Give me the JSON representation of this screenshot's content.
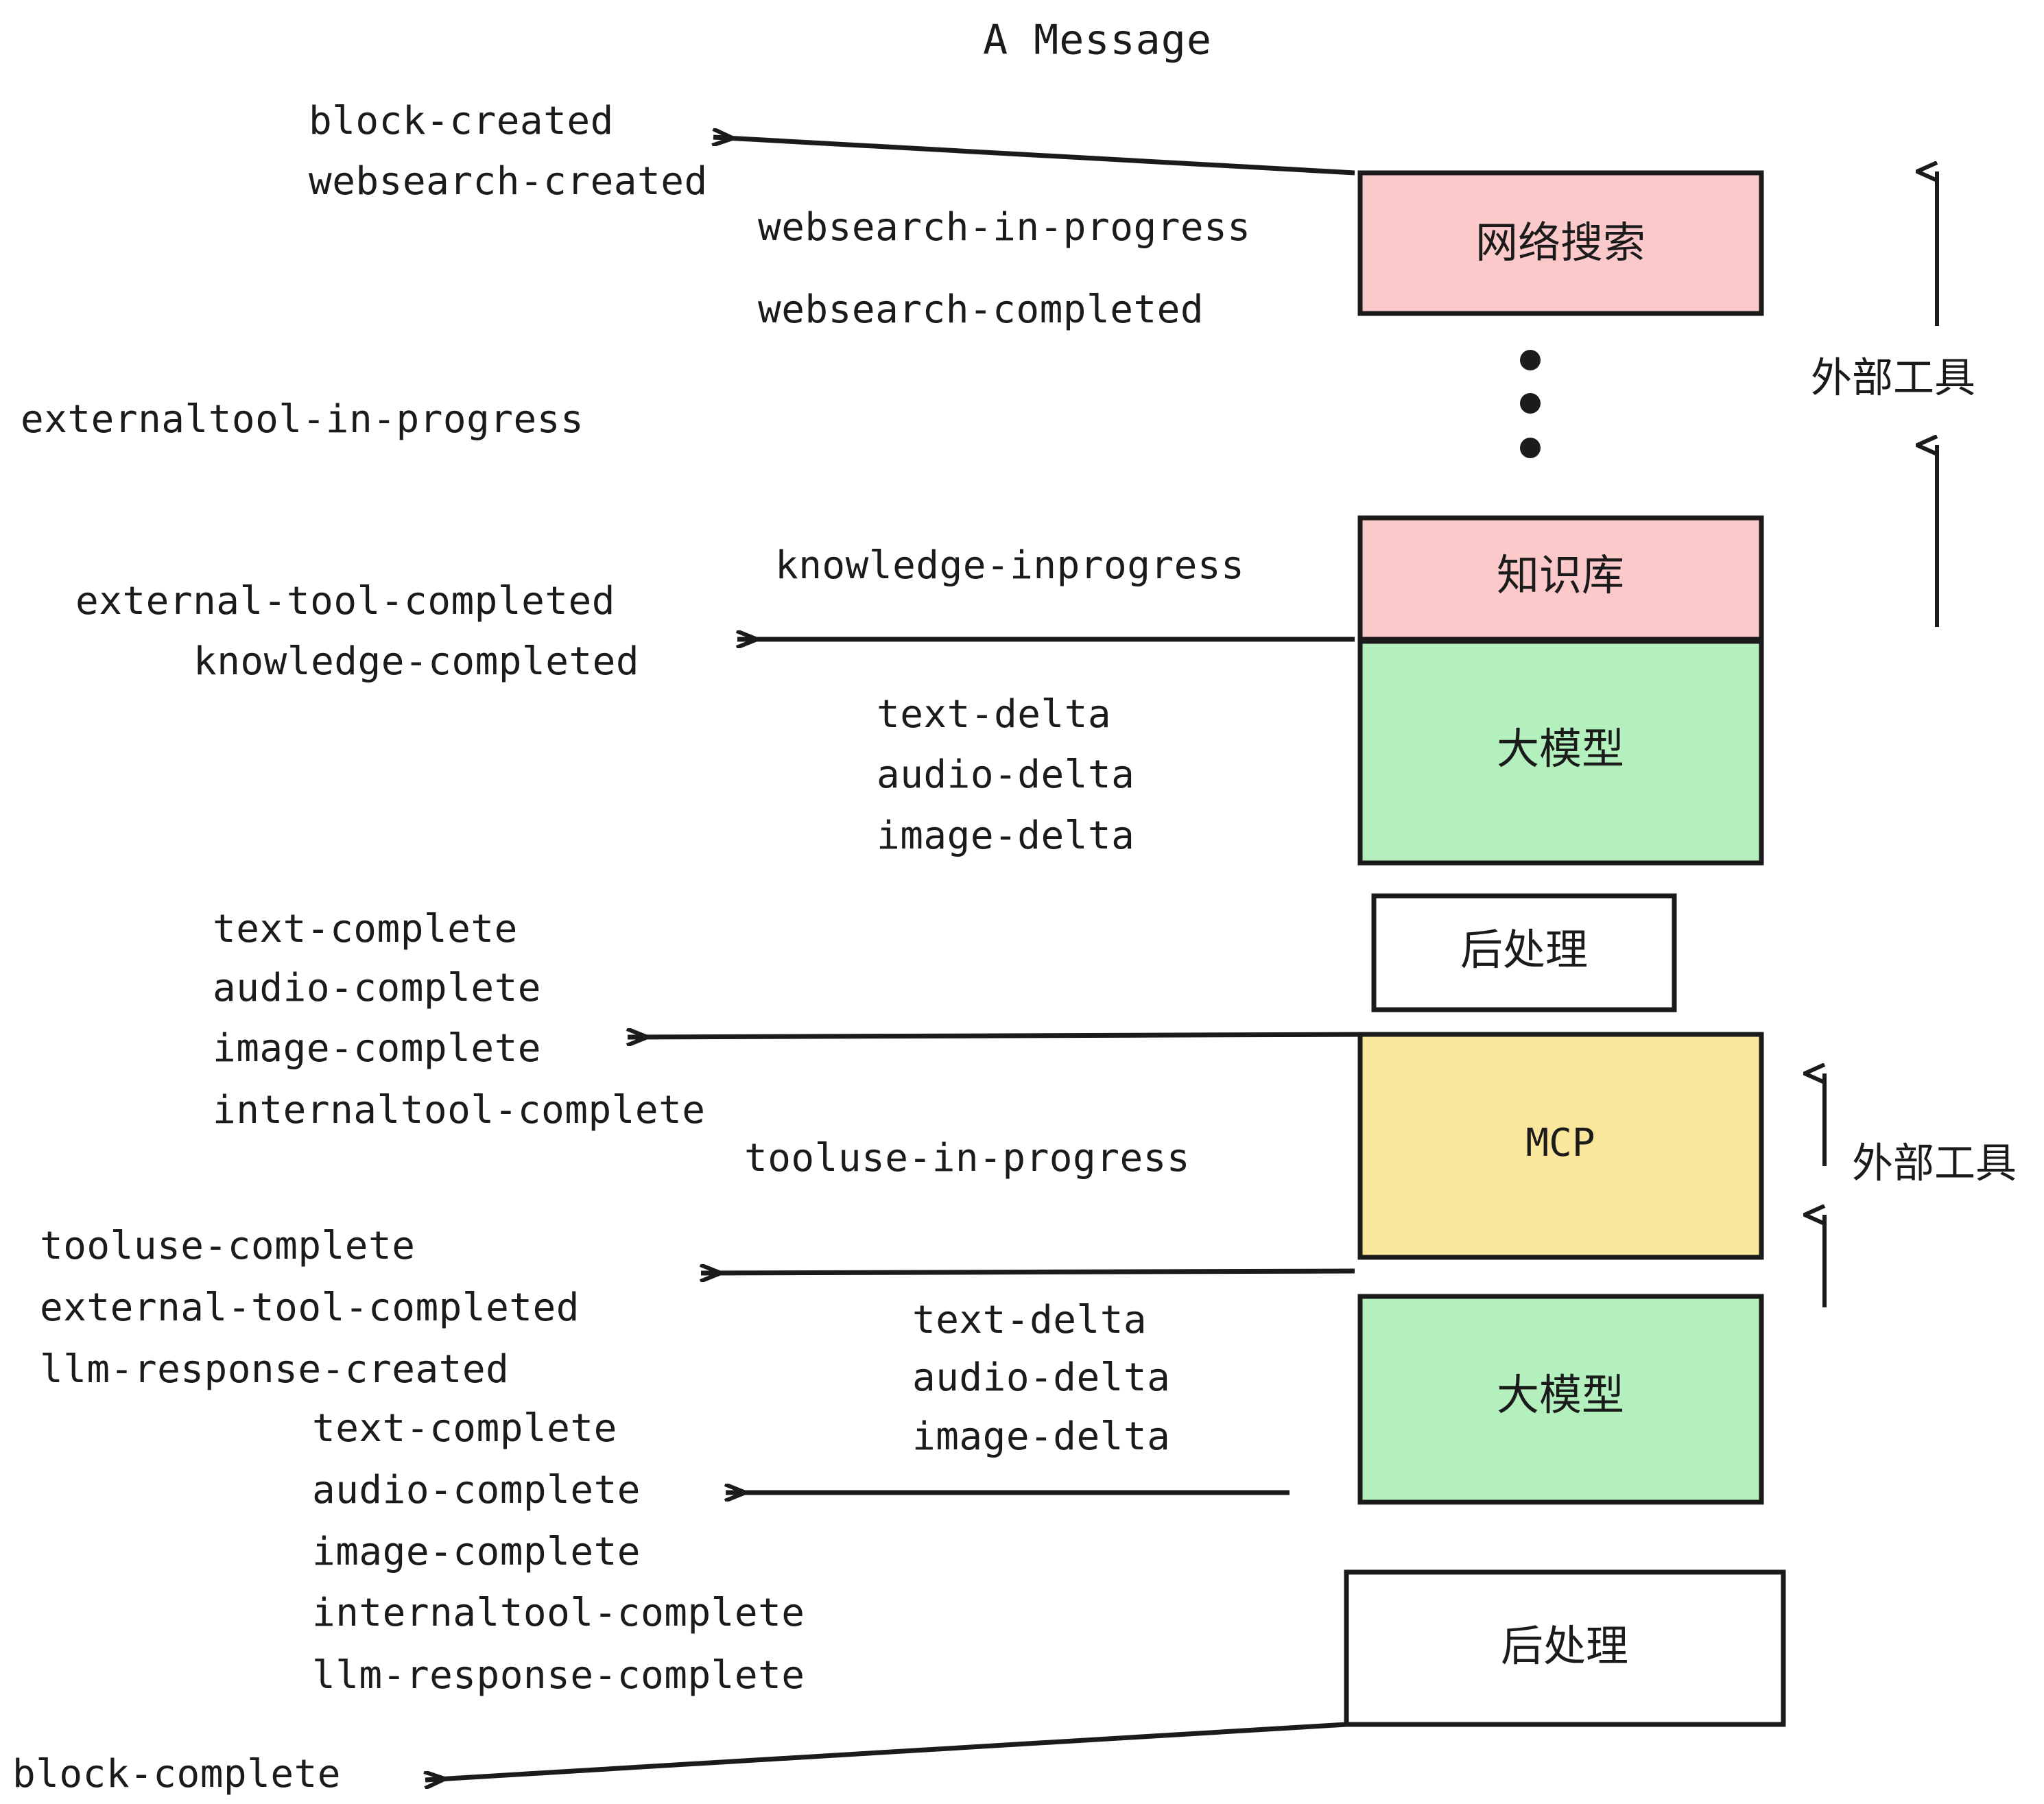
{
  "title": "A Message",
  "colors": {
    "pink": "#FCC9CB",
    "green": "#B4F0BD",
    "yellow": "#FAE79B",
    "white": "#FFFFFF",
    "stroke": "#1B1B1B",
    "background": "#FFFFFF"
  },
  "nodes": [
    {
      "id": "websearch",
      "label": "网络搜索",
      "fill": "pink",
      "script": "cjk"
    },
    {
      "id": "knowledge-base",
      "label": "知识库",
      "fill": "pink",
      "script": "cjk"
    },
    {
      "id": "llm-first",
      "label": "大模型",
      "fill": "green",
      "script": "cjk"
    },
    {
      "id": "postprocess-top",
      "label": "后处理",
      "fill": "white",
      "script": "cjk"
    },
    {
      "id": "mcp",
      "label": "MCP",
      "fill": "yellow",
      "script": "latin"
    },
    {
      "id": "llm-second",
      "label": "大模型",
      "fill": "green",
      "script": "cjk"
    },
    {
      "id": "postprocess-bottom",
      "label": "后处理",
      "fill": "white",
      "script": "cjk"
    }
  ],
  "side_annotations": [
    {
      "id": "external-tools-upper",
      "label": "外部工具"
    },
    {
      "id": "external-tools-lower",
      "label": "外部工具"
    }
  ],
  "events": [
    {
      "id": "block-created",
      "text": "block-created"
    },
    {
      "id": "websearch-created",
      "text": "websearch-created"
    },
    {
      "id": "websearch-in-progress",
      "text": "websearch-in-progress"
    },
    {
      "id": "websearch-completed",
      "text": "websearch-completed"
    },
    {
      "id": "externaltool-in-progress",
      "text": "externaltool-in-progress"
    },
    {
      "id": "knowledge-inprogress",
      "text": "knowledge-inprogress"
    },
    {
      "id": "external-tool-completed-1",
      "text": "external-tool-completed"
    },
    {
      "id": "knowledge-completed",
      "text": "knowledge-completed"
    },
    {
      "id": "text-delta-1",
      "text": "text-delta"
    },
    {
      "id": "audio-delta-1",
      "text": "audio-delta"
    },
    {
      "id": "image-delta-1",
      "text": "image-delta"
    },
    {
      "id": "text-complete-1",
      "text": "text-complete"
    },
    {
      "id": "audio-complete-1",
      "text": "audio-complete"
    },
    {
      "id": "image-complete-1",
      "text": "image-complete"
    },
    {
      "id": "internaltool-complete-1",
      "text": "internaltool-complete"
    },
    {
      "id": "tooluse-in-progress",
      "text": "tooluse-in-progress"
    },
    {
      "id": "tooluse-complete",
      "text": "tooluse-complete"
    },
    {
      "id": "external-tool-completed-2",
      "text": "external-tool-completed"
    },
    {
      "id": "llm-response-created",
      "text": "llm-response-created"
    },
    {
      "id": "text-delta-2",
      "text": "text-delta"
    },
    {
      "id": "audio-delta-2",
      "text": "audio-delta"
    },
    {
      "id": "image-delta-2",
      "text": "image-delta"
    },
    {
      "id": "text-complete-2",
      "text": "text-complete"
    },
    {
      "id": "audio-complete-2",
      "text": "audio-complete"
    },
    {
      "id": "image-complete-2",
      "text": "image-complete"
    },
    {
      "id": "internaltool-complete-2",
      "text": "internaltool-complete"
    },
    {
      "id": "llm-response-complete",
      "text": "llm-response-complete"
    },
    {
      "id": "block-complete",
      "text": "block-complete"
    }
  ],
  "ellipsis": {
    "id": "vertical-ellipsis",
    "dots": 3
  }
}
